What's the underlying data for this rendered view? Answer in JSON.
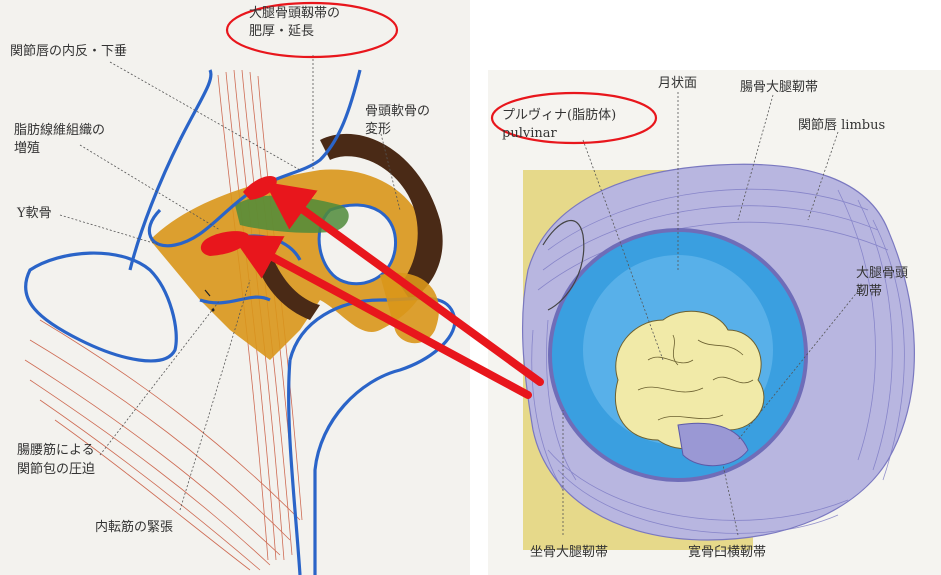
{
  "left": {
    "labels": {
      "ligament_top1": "大腿骨頭靱帯の",
      "ligament_top2": "肥厚・延長",
      "labrum": "関節唇の内反・下垂",
      "fat1": "脂肪線維組織の",
      "fat2": "増殖",
      "cartilage1": "骨頭軟骨の",
      "cartilage2": "変形",
      "ycart": "Y軟骨",
      "iliopsoas1": "腸腰筋による",
      "iliopsoas2": "関節包の圧迫",
      "adductor": "内転筋の緊張"
    }
  },
  "right": {
    "labels": {
      "pulvinar_jp": "プルヴィナ(脂肪体)",
      "pulvinar_en": "pulvinar",
      "lunate": "月状面",
      "iliofemoral": "腸骨大腿靭帯",
      "labrum": "関節唇 limbus",
      "femoral_head_lig1": "大腿骨頭",
      "femoral_head_lig2": "靭帯",
      "ischiofemoral": "坐骨大腿靭帯",
      "transverse": "寛骨臼横靭帯"
    }
  },
  "colors": {
    "annotation_red": "#e8161c",
    "bone_blue": "#2a64c8",
    "fat_yellow": "#e6d98a",
    "cartilage_orange": "#d9961a",
    "ligament_purple": "#9a98d4",
    "joint_blue": "#3a9fe0",
    "muscle_red": "#c8553a"
  }
}
